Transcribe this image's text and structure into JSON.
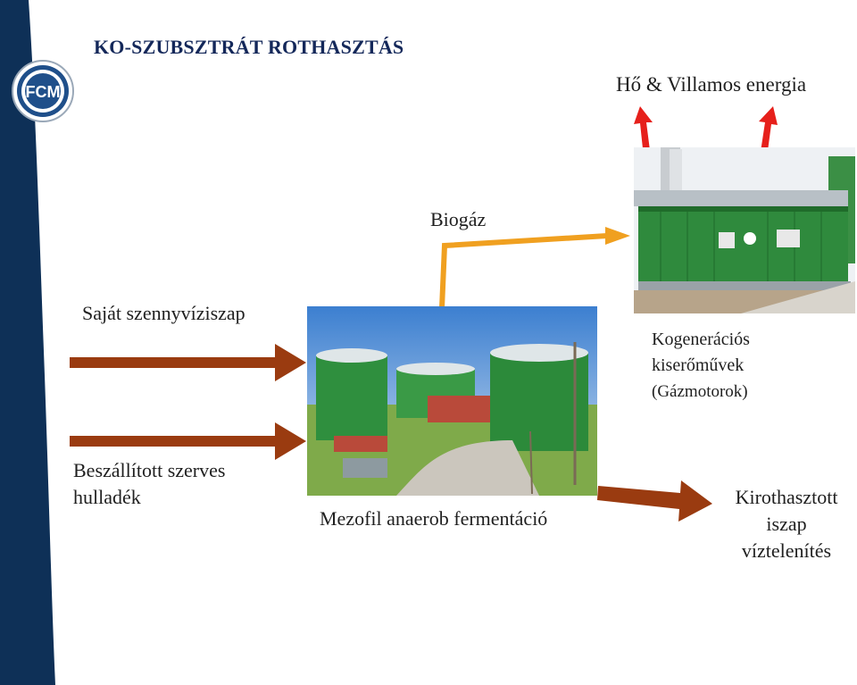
{
  "title": "KO-SZUBSZTRÁT ROTHASZTÁS",
  "logo_text": "FCM",
  "energy_output": "Hő  &  Villamos energia",
  "biogas": "Biogáz",
  "own_sludge": "Saját szennyvíziszap",
  "delivered_waste": [
    "Beszállított szerves",
    "hulladék"
  ],
  "fermentation": "Mezofil anaerob fermentáció",
  "cogeneration": [
    "Kogenerációs",
    "kiserőművek",
    "(Gázmotorok)"
  ],
  "digested_sludge": [
    "Kirothasztott",
    "iszap",
    "víztelenítés"
  ],
  "colors": {
    "sidebar": "#0e3057",
    "arrow_brown": "#9a3b10",
    "arrow_orange": "#f0a020",
    "arrow_red": "#e6201b",
    "title": "#14285a"
  }
}
